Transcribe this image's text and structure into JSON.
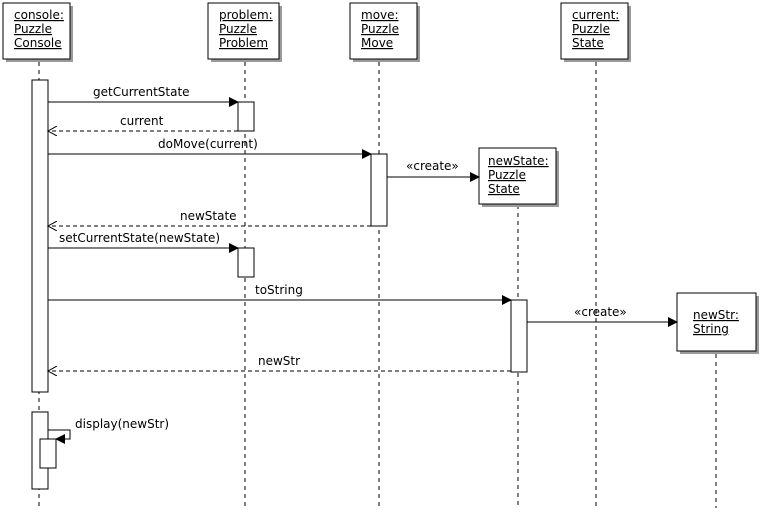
{
  "objects": [
    {
      "id": "console",
      "lines": [
        "console:",
        "Puzzle",
        "Console"
      ]
    },
    {
      "id": "problem",
      "lines": [
        "problem:",
        "Puzzle",
        "Problem"
      ]
    },
    {
      "id": "move",
      "lines": [
        "move:",
        "Puzzle",
        "Move"
      ]
    },
    {
      "id": "current",
      "lines": [
        "current:",
        "Puzzle",
        "State"
      ]
    },
    {
      "id": "newState",
      "lines": [
        "newState:",
        "Puzzle",
        "State"
      ]
    },
    {
      "id": "newStr",
      "lines": [
        "newStr:",
        "String"
      ]
    }
  ],
  "messages": [
    {
      "id": "getCurrentState",
      "label": "getCurrentState",
      "kind": "call"
    },
    {
      "id": "current_return",
      "label": "current",
      "kind": "return"
    },
    {
      "id": "doMove",
      "label": "doMove(current)",
      "kind": "call"
    },
    {
      "id": "create_newState",
      "label": "«create»",
      "kind": "create"
    },
    {
      "id": "newState_return",
      "label": "newState",
      "kind": "return"
    },
    {
      "id": "setCurrentState",
      "label": "setCurrentState(newState)",
      "kind": "call"
    },
    {
      "id": "toString",
      "label": "toString",
      "kind": "call"
    },
    {
      "id": "create_newStr",
      "label": "«create»",
      "kind": "create"
    },
    {
      "id": "newStr_return",
      "label": "newStr",
      "kind": "return"
    },
    {
      "id": "display",
      "label": "display(newStr)",
      "kind": "self-call"
    }
  ]
}
